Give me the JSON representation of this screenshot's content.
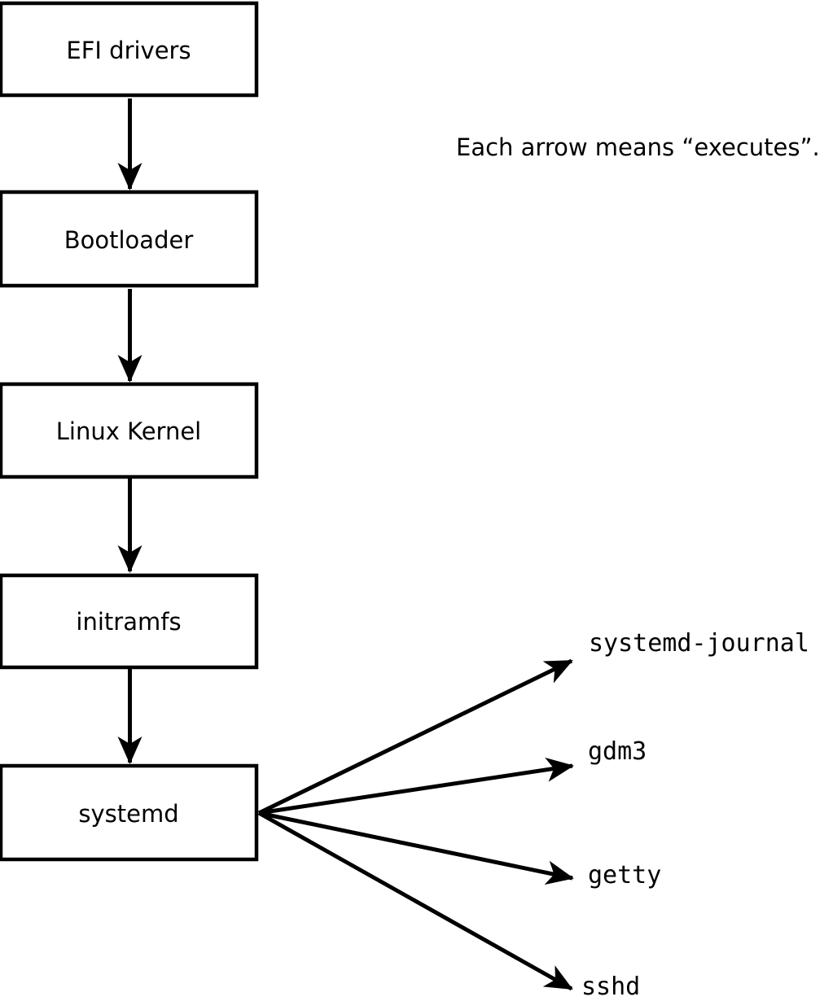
{
  "diagram": {
    "annotation": "Each arrow means “executes”.",
    "arrow_meaning": "executes",
    "boot_chain": [
      {
        "label": "EFI drivers"
      },
      {
        "label": "Bootloader"
      },
      {
        "label": "Linux Kernel"
      },
      {
        "label": "initramfs"
      },
      {
        "label": "systemd"
      }
    ],
    "spawned_processes": [
      {
        "label": "systemd-journal"
      },
      {
        "label": "gdm3"
      },
      {
        "label": "getty"
      },
      {
        "label": "sshd"
      }
    ],
    "colors": {
      "ink": "#000000",
      "box_fill": "#ffffff",
      "background": "#ffffff"
    }
  }
}
